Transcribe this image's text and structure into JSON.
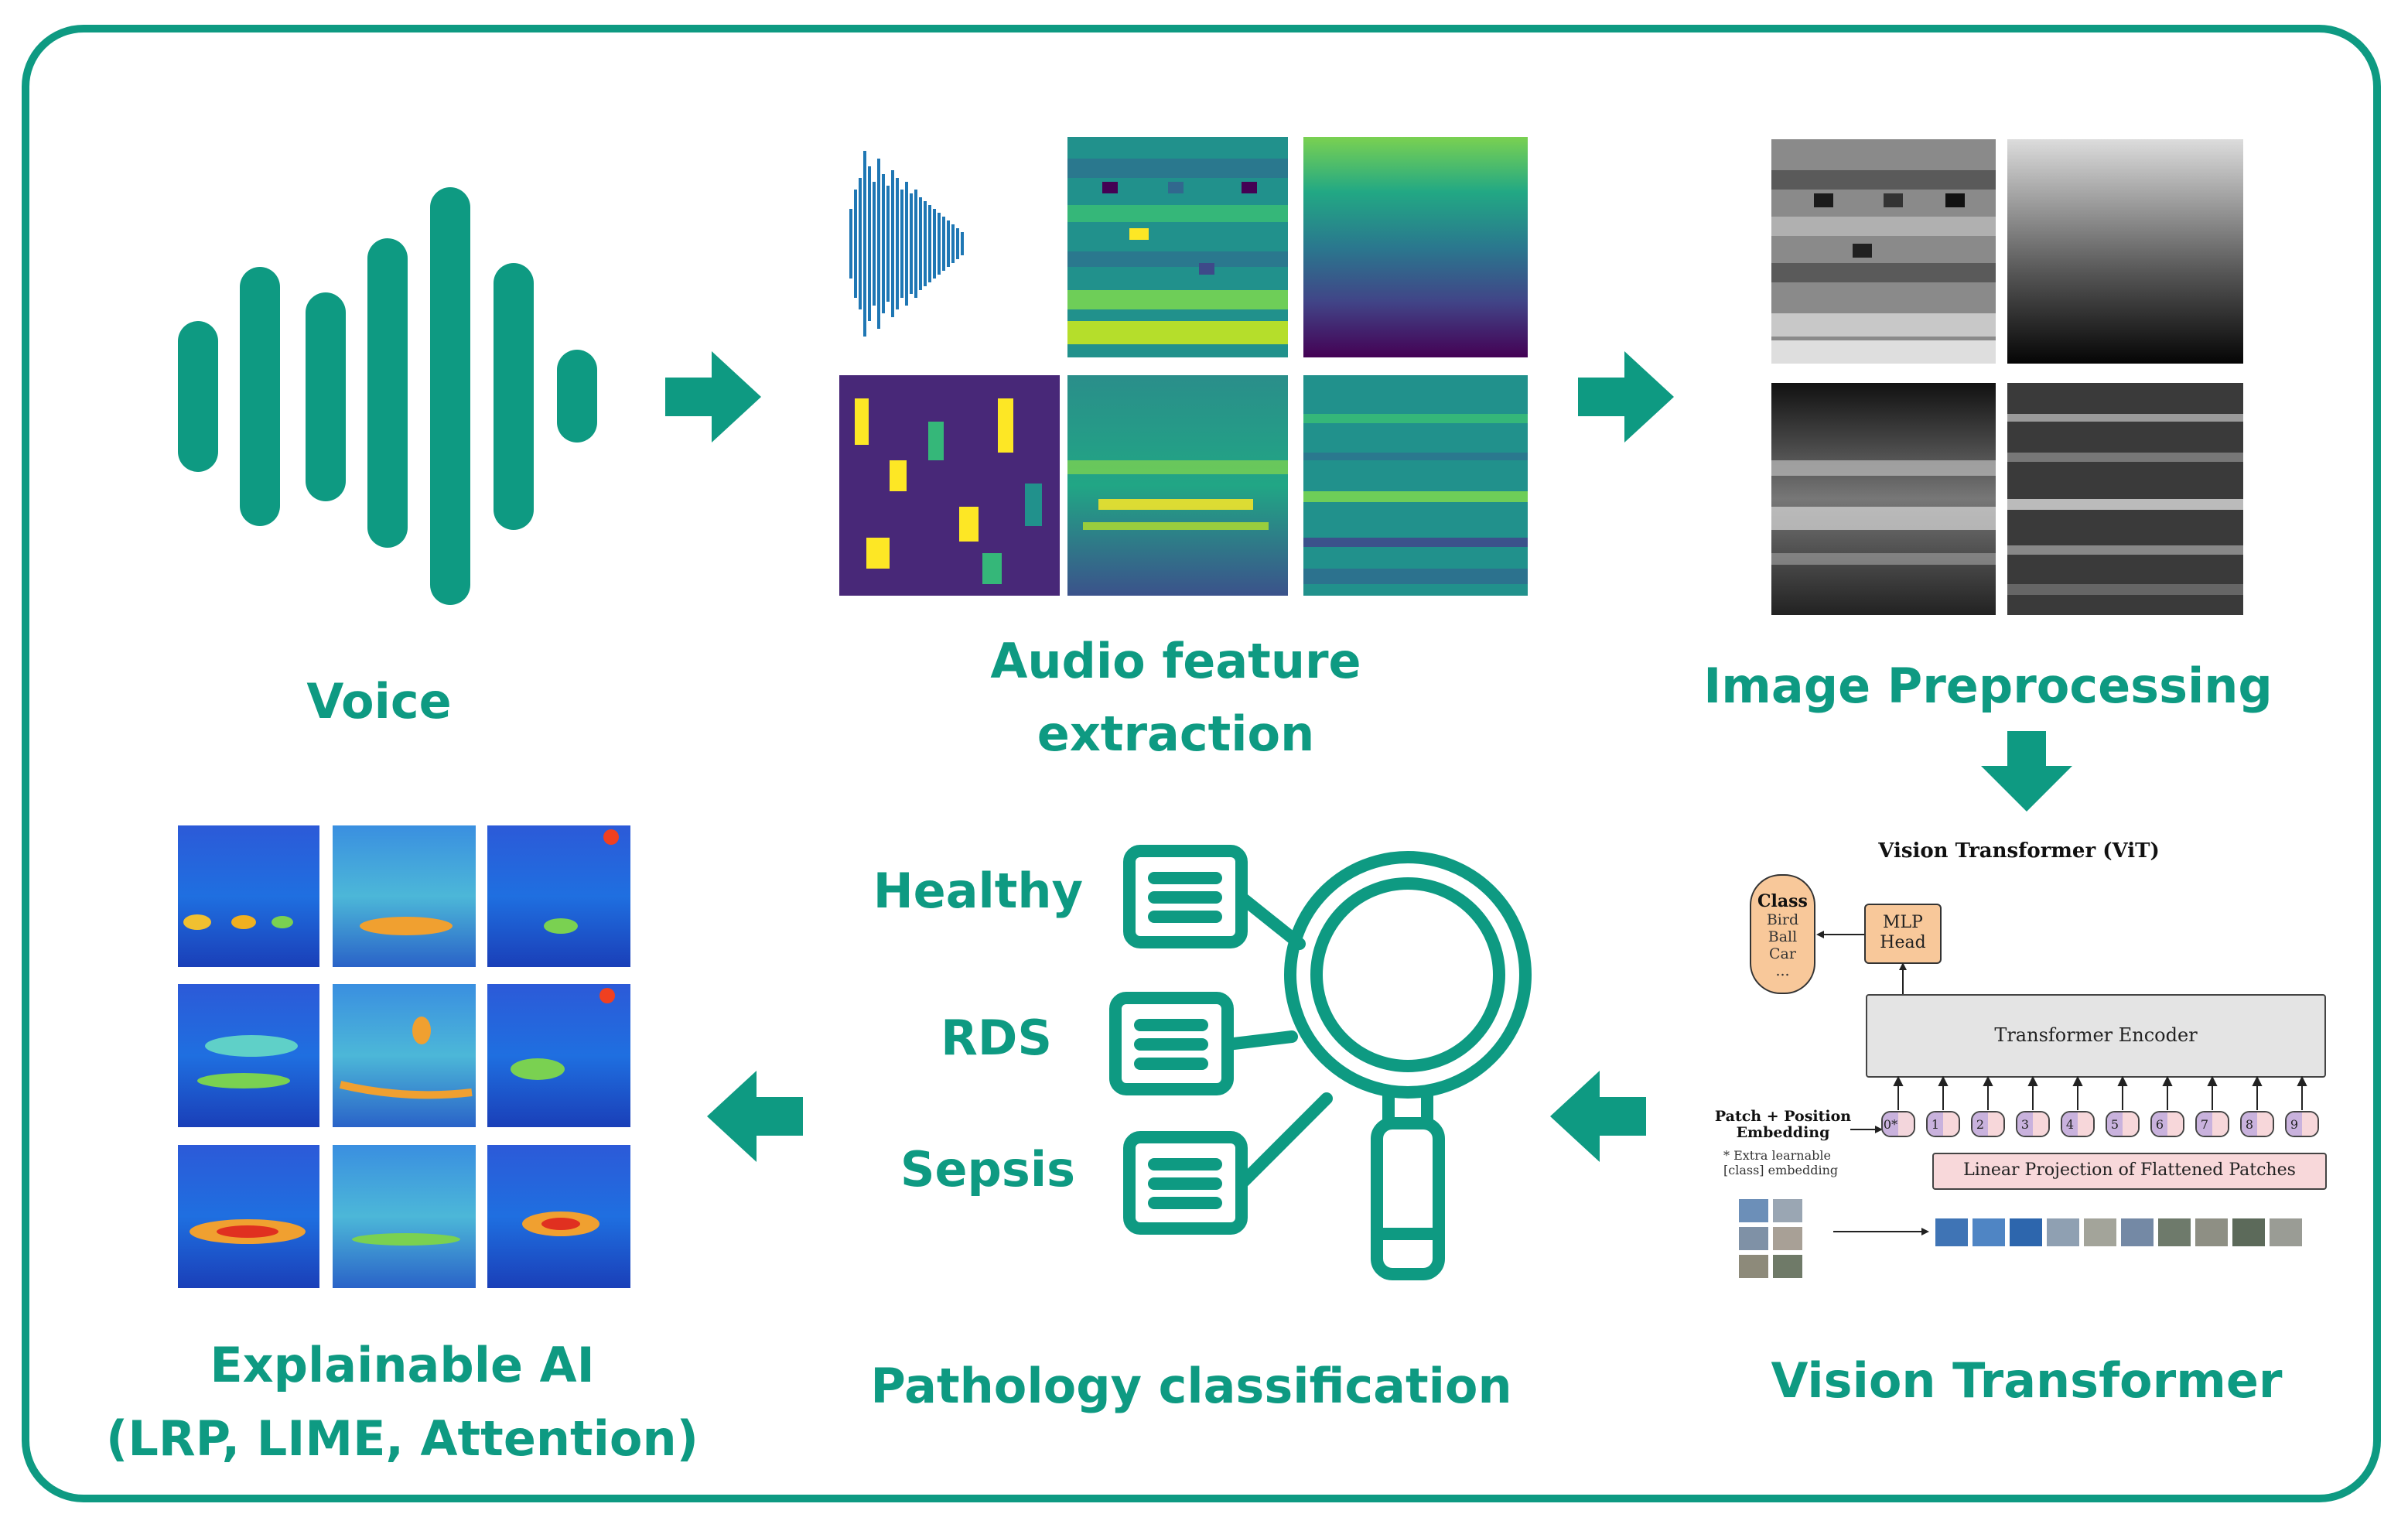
{
  "colors": {
    "teal": "#0e9a82",
    "frame": "#0e9a82",
    "mlp_head_fill": "#f8c89a",
    "class_fill": "#f8c89a",
    "encoder_fill": "#e4e4e4",
    "projection_fill": "#f8d8da"
  },
  "stages": {
    "voice": {
      "label": "Voice",
      "icon": "sound-wave-icon"
    },
    "audio": {
      "label_line1": "Audio feature",
      "label_line2": "extraction"
    },
    "preprocess": {
      "label": "Image Preprocessing"
    },
    "vit": {
      "label": "Vision Transformer"
    },
    "pathology": {
      "label": "Pathology classification",
      "icon": "magnifier-documents-icon"
    },
    "xai": {
      "label_line1": "Explainable AI",
      "label_line2": "(LRP, LIME, Attention)"
    }
  },
  "classes": [
    "Healthy",
    "RDS",
    "Sepsis"
  ],
  "vit_diagram": {
    "title": "Vision Transformer (ViT)",
    "class_box": {
      "title": "Class",
      "items": [
        "Bird",
        "Ball",
        "Car",
        "..."
      ]
    },
    "mlp_head": {
      "line1": "MLP",
      "line2": "Head"
    },
    "encoder": "Transformer Encoder",
    "patch_label": {
      "line1": "Patch + Position",
      "line2": "Embedding"
    },
    "extra_note": {
      "line1": "* Extra learnable",
      "line2": "[class] embedding"
    },
    "projection": "Linear Projection of Flattened Patches",
    "tokens": [
      "0*",
      "1",
      "2",
      "3",
      "4",
      "5",
      "6",
      "7",
      "8",
      "9"
    ]
  }
}
